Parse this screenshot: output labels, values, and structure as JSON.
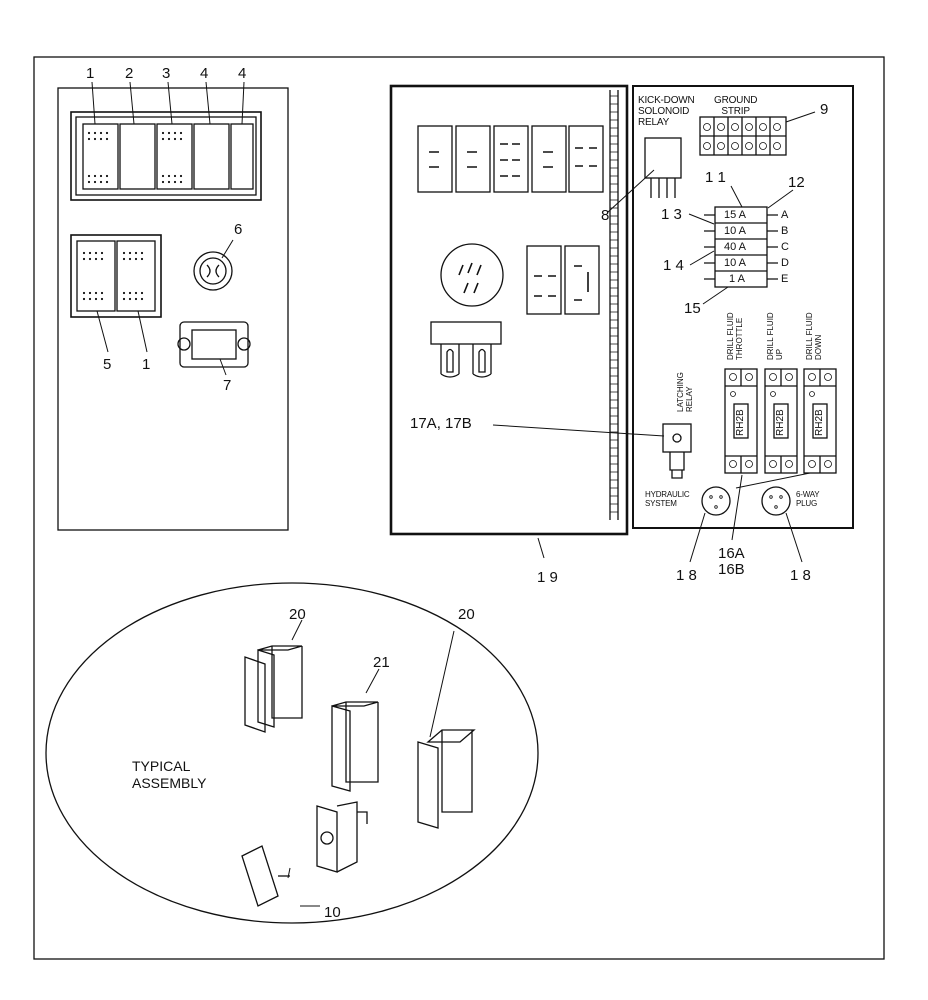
{
  "callouts": {
    "c1a": "1",
    "c2": "2",
    "c3": "3",
    "c4a": "4",
    "c4b": "4",
    "c5": "5",
    "c1b": "1",
    "c6": "6",
    "c7": "7",
    "c8": "8",
    "c9": "9",
    "c10": "10",
    "c11": "1 1",
    "c12": "12",
    "c13": "1 3",
    "c14": "1 4",
    "c15": "15",
    "c17": "17A, 17B",
    "c19": "1 9",
    "c18a": "1 8",
    "c18b": "1 8",
    "c16": "16A\n16B",
    "c20a": "20",
    "c20b": "20",
    "c21": "21"
  },
  "panel_labels": {
    "kickdown": "KICK-DOWN\nSOLONOID\nRELAY",
    "ground": "GROUND\nSTRIP",
    "latching": "LATCHING\nRELAY",
    "hydraulic": "HYDRAULIC\nSYSTEM",
    "plug": "6-WAY\nPLUG",
    "throttle": "DRILL FLUID\nTHROTTLE",
    "fluid_up": "DRILL FLUID\nUP",
    "fluid_down": "DRILL FLUID\nDOWN",
    "rh1": "RH2B",
    "rh2": "RH2B",
    "rh3": "RH2B",
    "typical": "TYPICAL\nASSEMBLY"
  },
  "fuses": [
    {
      "rating": "15 A",
      "letter": "A"
    },
    {
      "rating": "10 A",
      "letter": "B"
    },
    {
      "rating": "40 A",
      "letter": "C"
    },
    {
      "rating": "10 A",
      "letter": "D"
    },
    {
      "rating": "1 A",
      "letter": "E"
    }
  ]
}
